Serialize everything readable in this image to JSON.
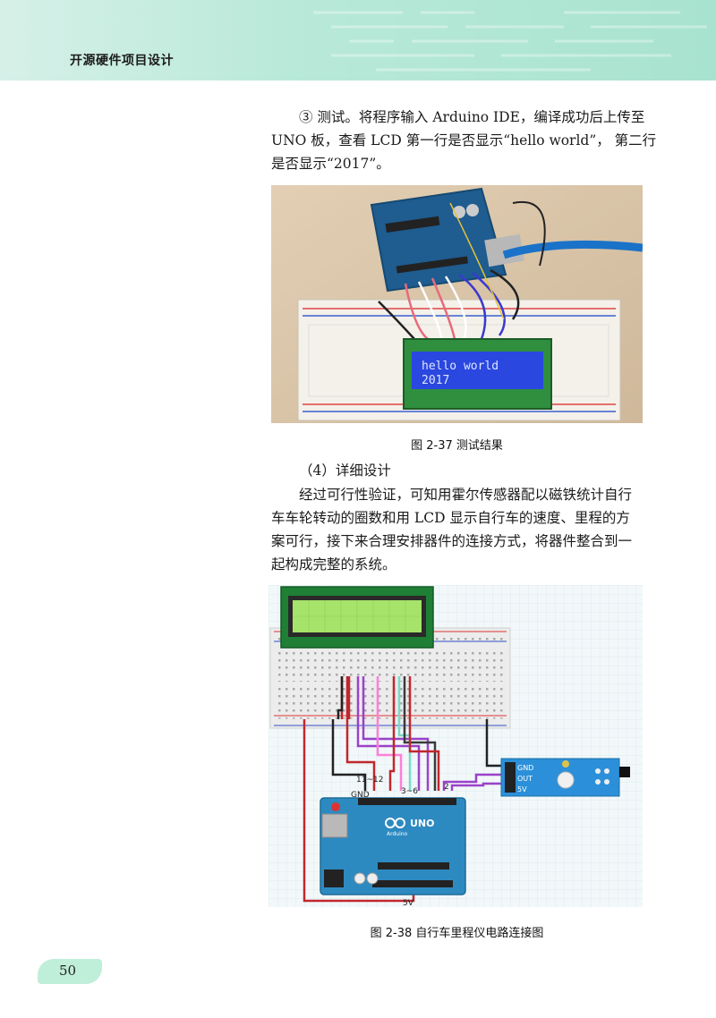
{
  "header": {
    "title": "开源硬件项目设计"
  },
  "step3": {
    "lines": [
      "③ 测试。将程序输入 Arduino IDE，编译成功后上传至",
      "UNO 板，查看 LCD 第一行是否显示“hello world”， 第二行",
      "是否显示“2017”。"
    ]
  },
  "figure_37": {
    "lcd_line1": "hello world",
    "lcd_line2": "2017",
    "caption": "图 2-37   测试结果"
  },
  "section4": {
    "heading": "（4）详细设计",
    "lines": [
      "经过可行性验证，可知用霍尔传感器配以磁铁统计自行",
      "车车轮转动的圈数和用 LCD 显示自行车的速度、里程的方",
      "案可行，接下来合理安排器件的连接方式，将器件整合到一",
      "起构成完整的系统。"
    ]
  },
  "figure_38": {
    "sensor_pins": [
      "GND",
      "OUT",
      "5V"
    ],
    "label_pins_11_12": "11~12",
    "label_gnd": "GND",
    "label_pins_3_6": "3~6",
    "label_pin_2": "2",
    "label_5v": "5V",
    "board_logo": "UNO",
    "board_brand": "Arduino",
    "caption": "图 2-38   自行车里程仪电路连接图"
  },
  "page": {
    "number": "50"
  }
}
